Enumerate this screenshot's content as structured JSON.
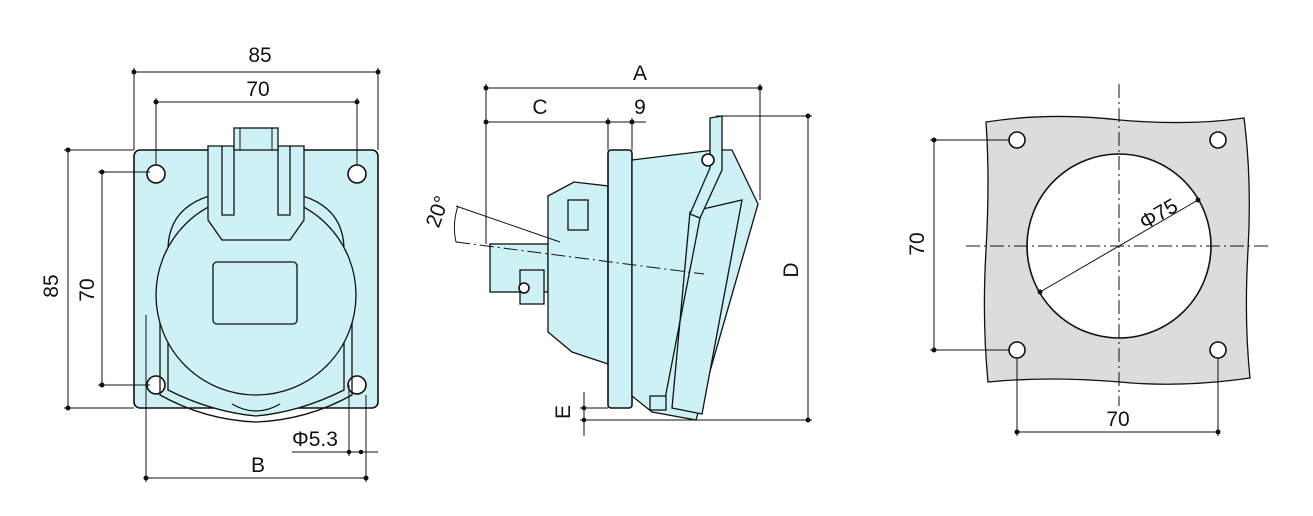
{
  "front_view": {
    "dim_overall_width": "85",
    "dim_hole_spacing_h": "70",
    "dim_overall_height": "85",
    "dim_hole_spacing_v": "70",
    "dim_hole_diameter": "Φ5.3",
    "dim_b": "B"
  },
  "side_view": {
    "dim_a": "A",
    "dim_c": "C",
    "dim_flange": "9",
    "dim_angle": "20°",
    "dim_d": "D",
    "dim_e": "E"
  },
  "cutout_view": {
    "dim_cutout_diameter": "Φ75",
    "dim_hole_spacing_v": "70",
    "dim_hole_spacing_h": "70"
  },
  "colors": {
    "socket_body": "#cdf1f4",
    "panel_plate": "#dcdcdc",
    "line": "#111111"
  }
}
